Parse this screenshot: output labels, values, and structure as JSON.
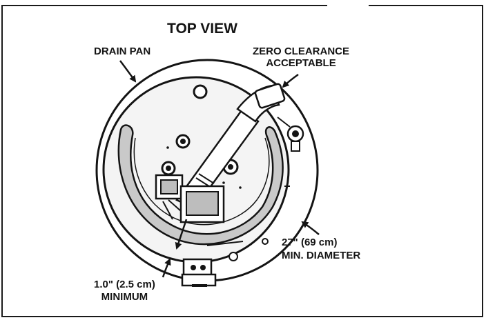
{
  "diagram": {
    "title": "TOP VIEW",
    "labels": {
      "drain_pan": "DRAIN PAN",
      "zero_clearance_line1": "ZERO CLEARANCE",
      "zero_clearance_line2": "ACCEPTABLE",
      "diameter_line1": "27\" (69 cm)",
      "diameter_line2": "MIN. DIAMETER",
      "minimum_line1": "1.0\" (2.5 cm)",
      "minimum_line2": "MINIMUM"
    }
  },
  "colors": {
    "ink": "#141414",
    "tank_fill": "#f4f4f4",
    "shade": "#bdbdbd"
  }
}
